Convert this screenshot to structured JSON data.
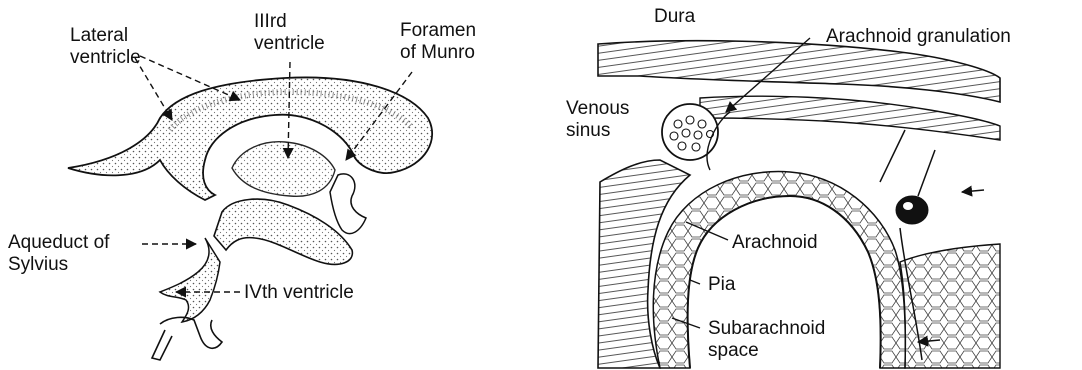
{
  "left_panel": {
    "lateral_ventricle": [
      "Lateral",
      "ventricle"
    ],
    "third_ventricle": [
      "IIIrd",
      "ventricle"
    ],
    "foramen_of_munro": [
      "Foramen",
      "of Munro"
    ],
    "aqueduct_of_sylvius": [
      "Aqueduct of",
      "Sylvius"
    ],
    "fourth_ventricle": "IVth ventricle"
  },
  "right_panel": {
    "dura": "Dura",
    "arachnoid_granulation": "Arachnoid granulation",
    "venous_sinus": [
      "Venous",
      "sinus"
    ],
    "arachnoid": "Arachnoid",
    "pia": "Pia",
    "subarachnoid_space": [
      "Subarachnoid",
      "space"
    ]
  },
  "colors": {
    "ink": "#111111",
    "stipple": "#555555",
    "background": "#ffffff"
  }
}
